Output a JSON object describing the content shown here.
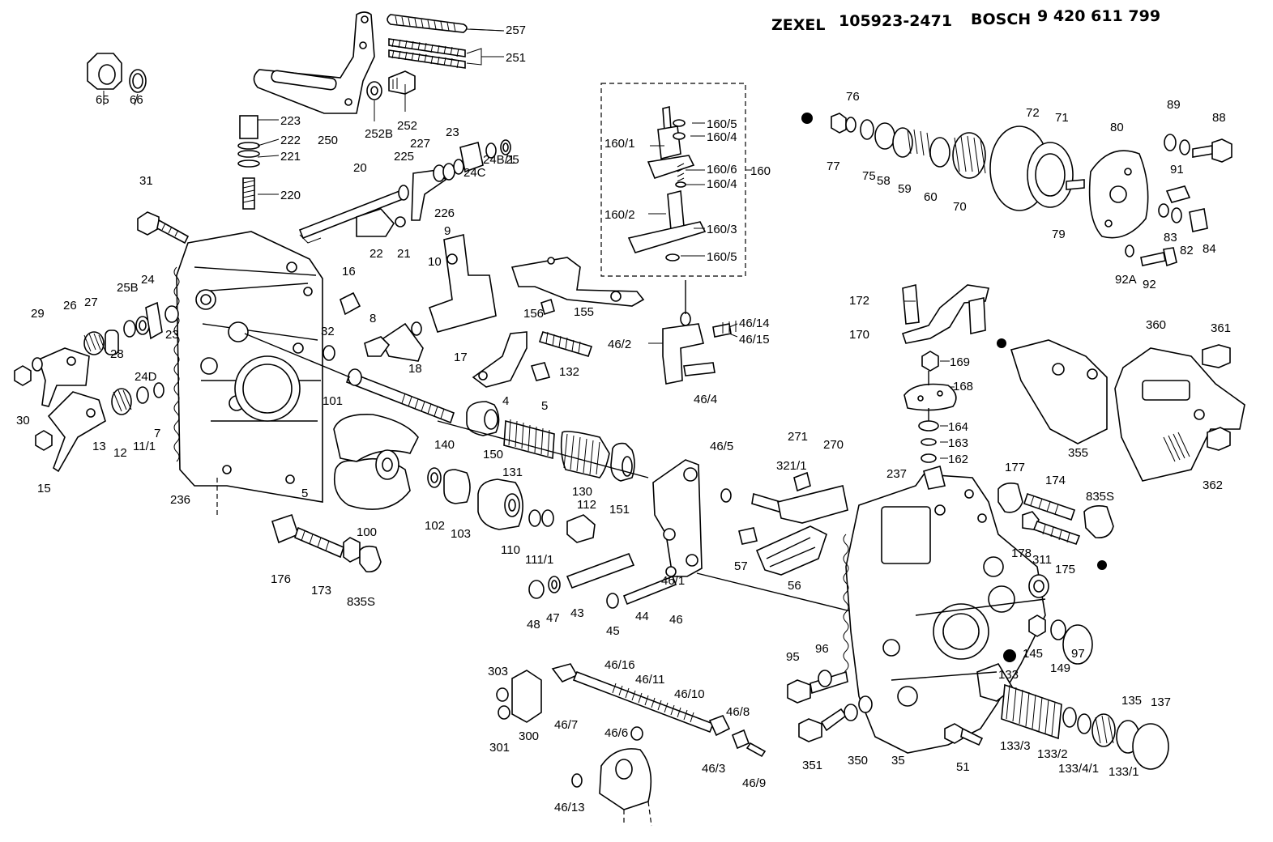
{
  "header": {
    "brand1": "ZEXEL",
    "code1": "105923-2471",
    "brand2": "BOSCH",
    "code2": "9 420 611 799"
  },
  "labels": [
    "257",
    "251",
    "250",
    "252B",
    "252",
    "223",
    "222",
    "221",
    "220",
    "65",
    "66",
    "31",
    "20",
    "225",
    "227",
    "23",
    "24B/1",
    "25",
    "24C",
    "226",
    "22",
    "21",
    "160/5",
    "160/4",
    "160/1",
    "160/6",
    "160/4",
    "160/2",
    "160/3",
    "160/5",
    "160",
    "76",
    "77",
    "75",
    "58",
    "59",
    "60",
    "70",
    "72",
    "71",
    "79",
    "80",
    "89",
    "88",
    "91",
    "83",
    "82",
    "84",
    "92A",
    "92",
    "9",
    "10",
    "16",
    "155",
    "156",
    "172",
    "170",
    "169",
    "168",
    "164",
    "163",
    "162",
    "46/14",
    "46/15",
    "46/2",
    "46/4",
    "132",
    "4",
    "5",
    "17",
    "18",
    "8",
    "32",
    "24",
    "25B",
    "29",
    "26",
    "27",
    "28",
    "24D",
    "23",
    "30",
    "12",
    "11/1",
    "7",
    "13",
    "15",
    "236",
    "101",
    "5",
    "140",
    "150",
    "131",
    "130",
    "151",
    "100",
    "102",
    "103",
    "110",
    "111/1",
    "112",
    "46/5",
    "321/1",
    "271",
    "270",
    "237",
    "177",
    "174",
    "835S",
    "360",
    "361",
    "355",
    "362",
    "176",
    "173",
    "835S",
    "48",
    "47",
    "43",
    "45",
    "44",
    "46/1",
    "46",
    "57",
    "56",
    "178",
    "311",
    "175",
    "95",
    "96",
    "145",
    "149",
    "97",
    "133",
    "135",
    "137",
    "303",
    "301",
    "300",
    "46/7",
    "46/16",
    "46/11",
    "46/10",
    "46/6",
    "46/8",
    "46/3",
    "46/9",
    "46/13",
    "351",
    "350",
    "35",
    "51",
    "133/3",
    "133/2",
    "133/4/1",
    "133/1"
  ]
}
